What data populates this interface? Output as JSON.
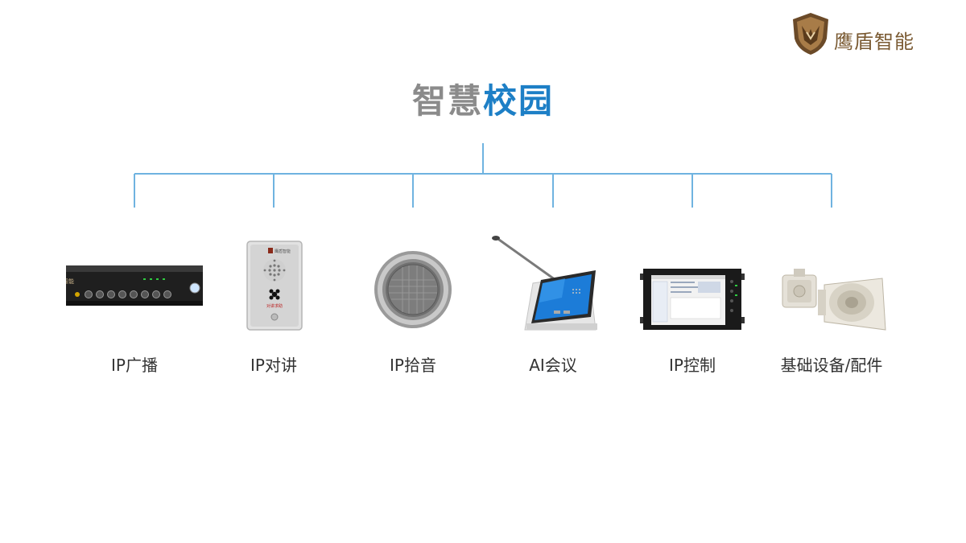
{
  "brand": {
    "name": "鹰盾智能",
    "logo_icon": "shield-eagle-logo"
  },
  "title": {
    "part1": "智慧",
    "part2": "校园"
  },
  "colors": {
    "title_gray": "#8b8b8b",
    "title_blue": "#1d7fc6",
    "connector": "#6fb3e0",
    "label": "#333333",
    "brand": "#7a5a32"
  },
  "products": [
    {
      "label": "IP广播",
      "icon": "broadcast-amplifier-icon"
    },
    {
      "label": "IP对讲",
      "icon": "intercom-panel-icon"
    },
    {
      "label": "IP拾音",
      "icon": "ceiling-microphone-icon"
    },
    {
      "label": "AI会议",
      "icon": "conference-terminal-icon"
    },
    {
      "label": "IP控制",
      "icon": "control-panel-icon"
    },
    {
      "label": "基础设备/配件",
      "icon": "horn-speaker-icon"
    }
  ]
}
